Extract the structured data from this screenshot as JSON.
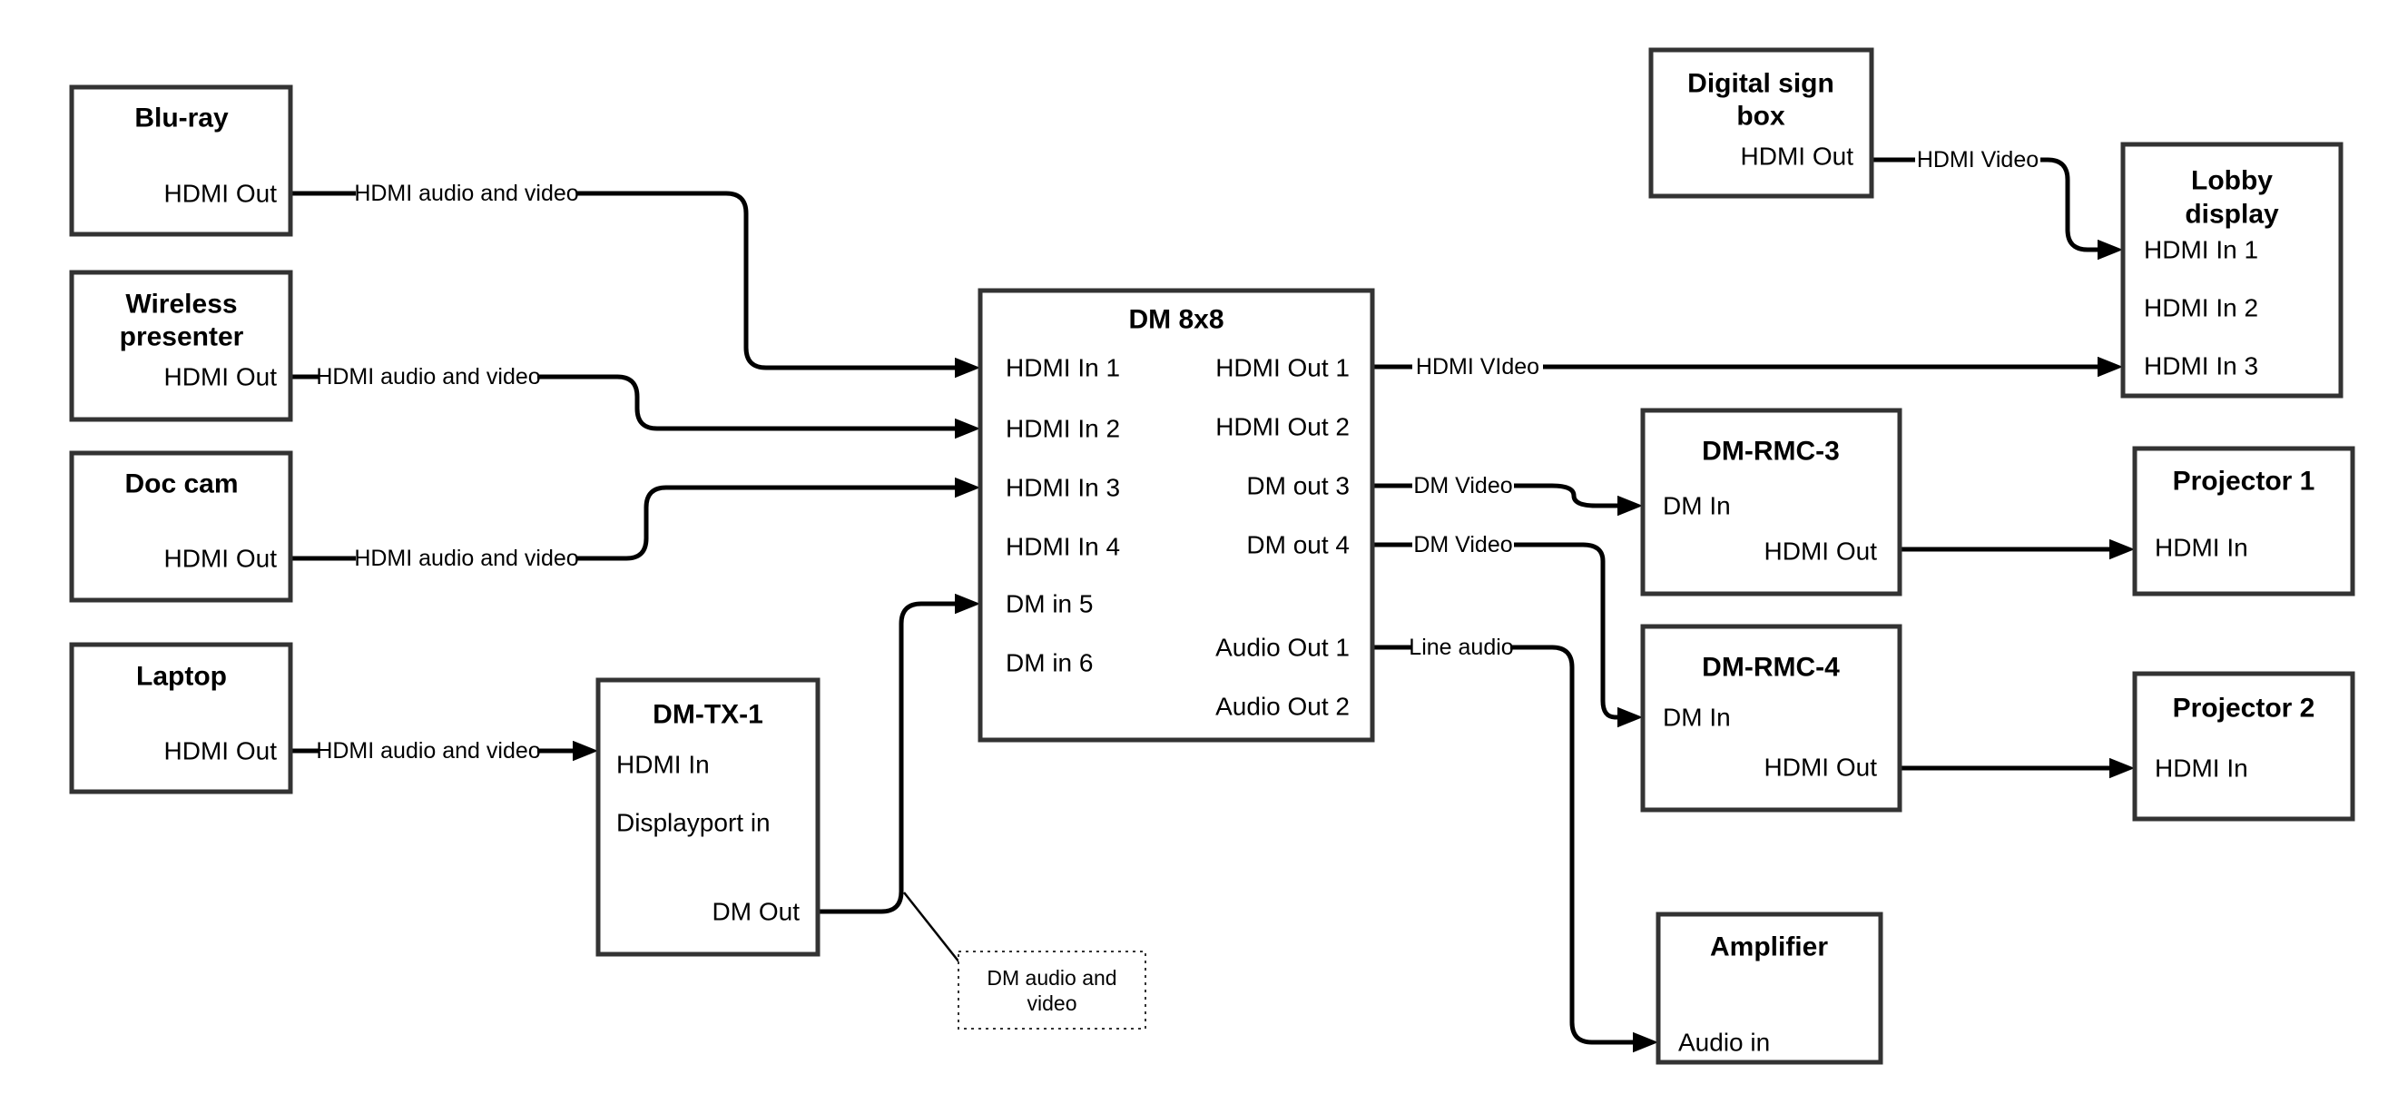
{
  "diagram_type": "av-signal-flow-diagram",
  "colors": {
    "background": "#ffffff",
    "box_border": "#333333",
    "wire": "#000000",
    "text": "#000000"
  },
  "nodes": {
    "bluray": {
      "title": "Blu-ray",
      "port1": "HDMI Out"
    },
    "wireless": {
      "title1": "Wireless",
      "title2": "presenter",
      "port1": "HDMI Out"
    },
    "doccam": {
      "title": "Doc cam",
      "port1": "HDMI Out"
    },
    "laptop": {
      "title": "Laptop",
      "port1": "HDMI Out"
    },
    "dmtx1": {
      "title": "DM-TX-1",
      "port1": "HDMI In",
      "port2": "Displayport in",
      "port3": "DM Out"
    },
    "dm8x8": {
      "title": "DM 8x8",
      "in1": "HDMI In 1",
      "in2": "HDMI In 2",
      "in3": "HDMI In 3",
      "in4": "HDMI In 4",
      "in5": "DM in 5",
      "in6": "DM in 6",
      "out1": "HDMI Out 1",
      "out2": "HDMI Out 2",
      "out3": "DM out 3",
      "out4": "DM out 4",
      "aout1": "Audio Out 1",
      "aout2": "Audio Out 2"
    },
    "digital_sign": {
      "title1": "Digital sign",
      "title2": "box",
      "port1": "HDMI Out"
    },
    "lobby": {
      "title1": "Lobby",
      "title2": "display",
      "in1": "HDMI In 1",
      "in2": "HDMI In 2",
      "in3": "HDMI In 3"
    },
    "dmrmc3": {
      "title": "DM-RMC-3",
      "port1": "DM In",
      "port2": "HDMI Out"
    },
    "proj1": {
      "title": "Projector 1",
      "port1": "HDMI In"
    },
    "dmrmc4": {
      "title": "DM-RMC-4",
      "port1": "DM In",
      "port2": "HDMI Out"
    },
    "proj2": {
      "title": "Projector 2",
      "port1": "HDMI In"
    },
    "amplifier": {
      "title": "Amplifier",
      "port1": "Audio in"
    }
  },
  "edge_labels": {
    "bluray_to_in1": "HDMI audio and video",
    "wireless_to_in2": "HDMI audio and video",
    "doccam_to_in3": "HDMI audio and video",
    "laptop_to_dmtx1": "HDMI audio and video",
    "out1_to_lobby": "HDMI VIdeo",
    "digital_to_lobby": "HDMI Video",
    "out3_to_rmc3": "DM Video",
    "out4_to_rmc4": "DM Video",
    "aout1_to_amp": "Line audio"
  },
  "note": {
    "line1": "DM audio and",
    "line2": "video"
  }
}
